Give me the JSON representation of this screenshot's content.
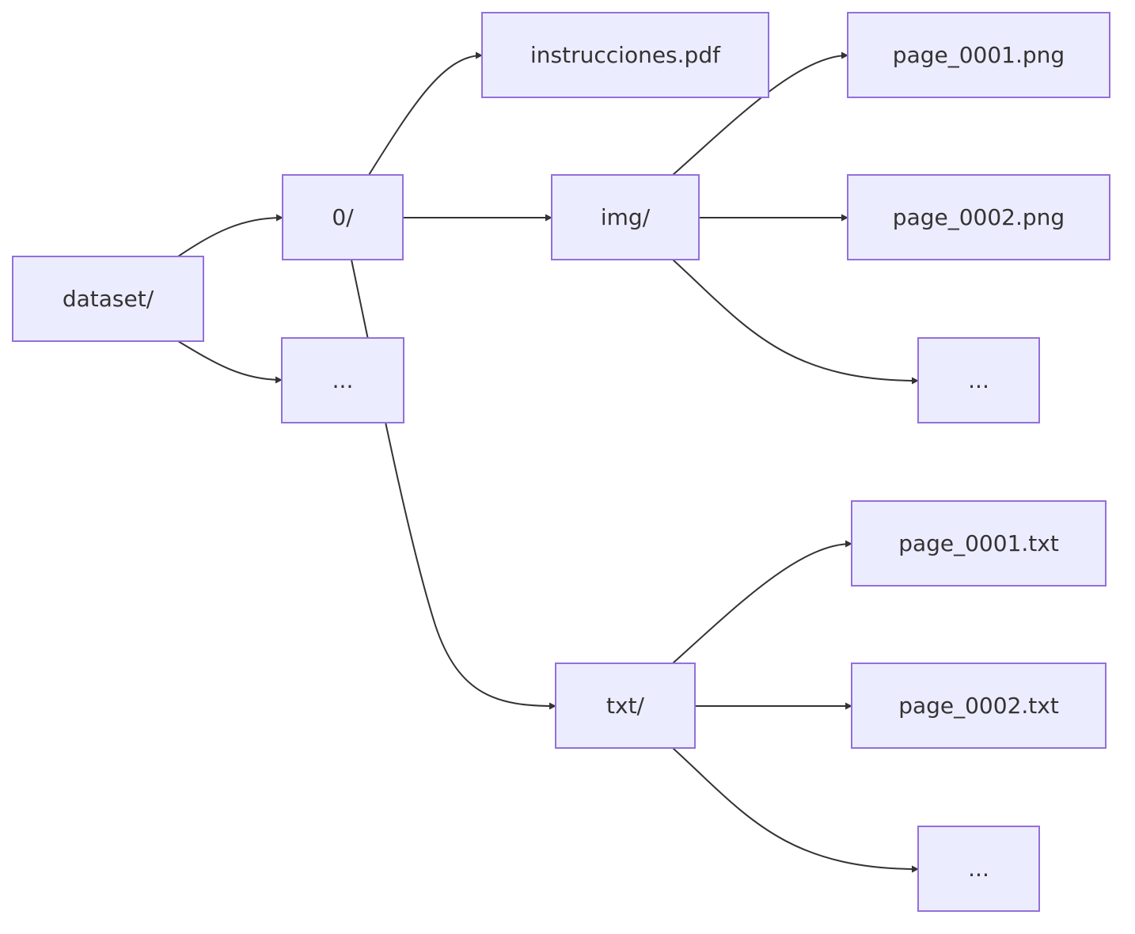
{
  "diagram": {
    "type": "flowchart",
    "direction": "left-to-right",
    "colors": {
      "node_fill": "#ECECFF",
      "node_stroke": "#9370DB",
      "edge": "#333333",
      "text": "#333333",
      "background": "#ffffff"
    },
    "nodes": [
      {
        "id": "dataset",
        "label": "dataset/"
      },
      {
        "id": "zero",
        "label": "0/"
      },
      {
        "id": "dots_root",
        "label": "..."
      },
      {
        "id": "pdf",
        "label": "instrucciones.pdf"
      },
      {
        "id": "img",
        "label": "img/"
      },
      {
        "id": "txt",
        "label": "txt/"
      },
      {
        "id": "png1",
        "label": "page_0001.png"
      },
      {
        "id": "png2",
        "label": "page_0002.png"
      },
      {
        "id": "dots_img",
        "label": "..."
      },
      {
        "id": "txt1",
        "label": "page_0001.txt"
      },
      {
        "id": "txt2",
        "label": "page_0002.txt"
      },
      {
        "id": "dots_txt",
        "label": "..."
      }
    ],
    "edges": [
      {
        "from": "dataset",
        "to": "zero"
      },
      {
        "from": "dataset",
        "to": "dots_root"
      },
      {
        "from": "zero",
        "to": "pdf"
      },
      {
        "from": "zero",
        "to": "img"
      },
      {
        "from": "zero",
        "to": "txt"
      },
      {
        "from": "img",
        "to": "png1"
      },
      {
        "from": "img",
        "to": "png2"
      },
      {
        "from": "img",
        "to": "dots_img"
      },
      {
        "from": "txt",
        "to": "txt1"
      },
      {
        "from": "txt",
        "to": "txt2"
      },
      {
        "from": "txt",
        "to": "dots_txt"
      }
    ]
  }
}
